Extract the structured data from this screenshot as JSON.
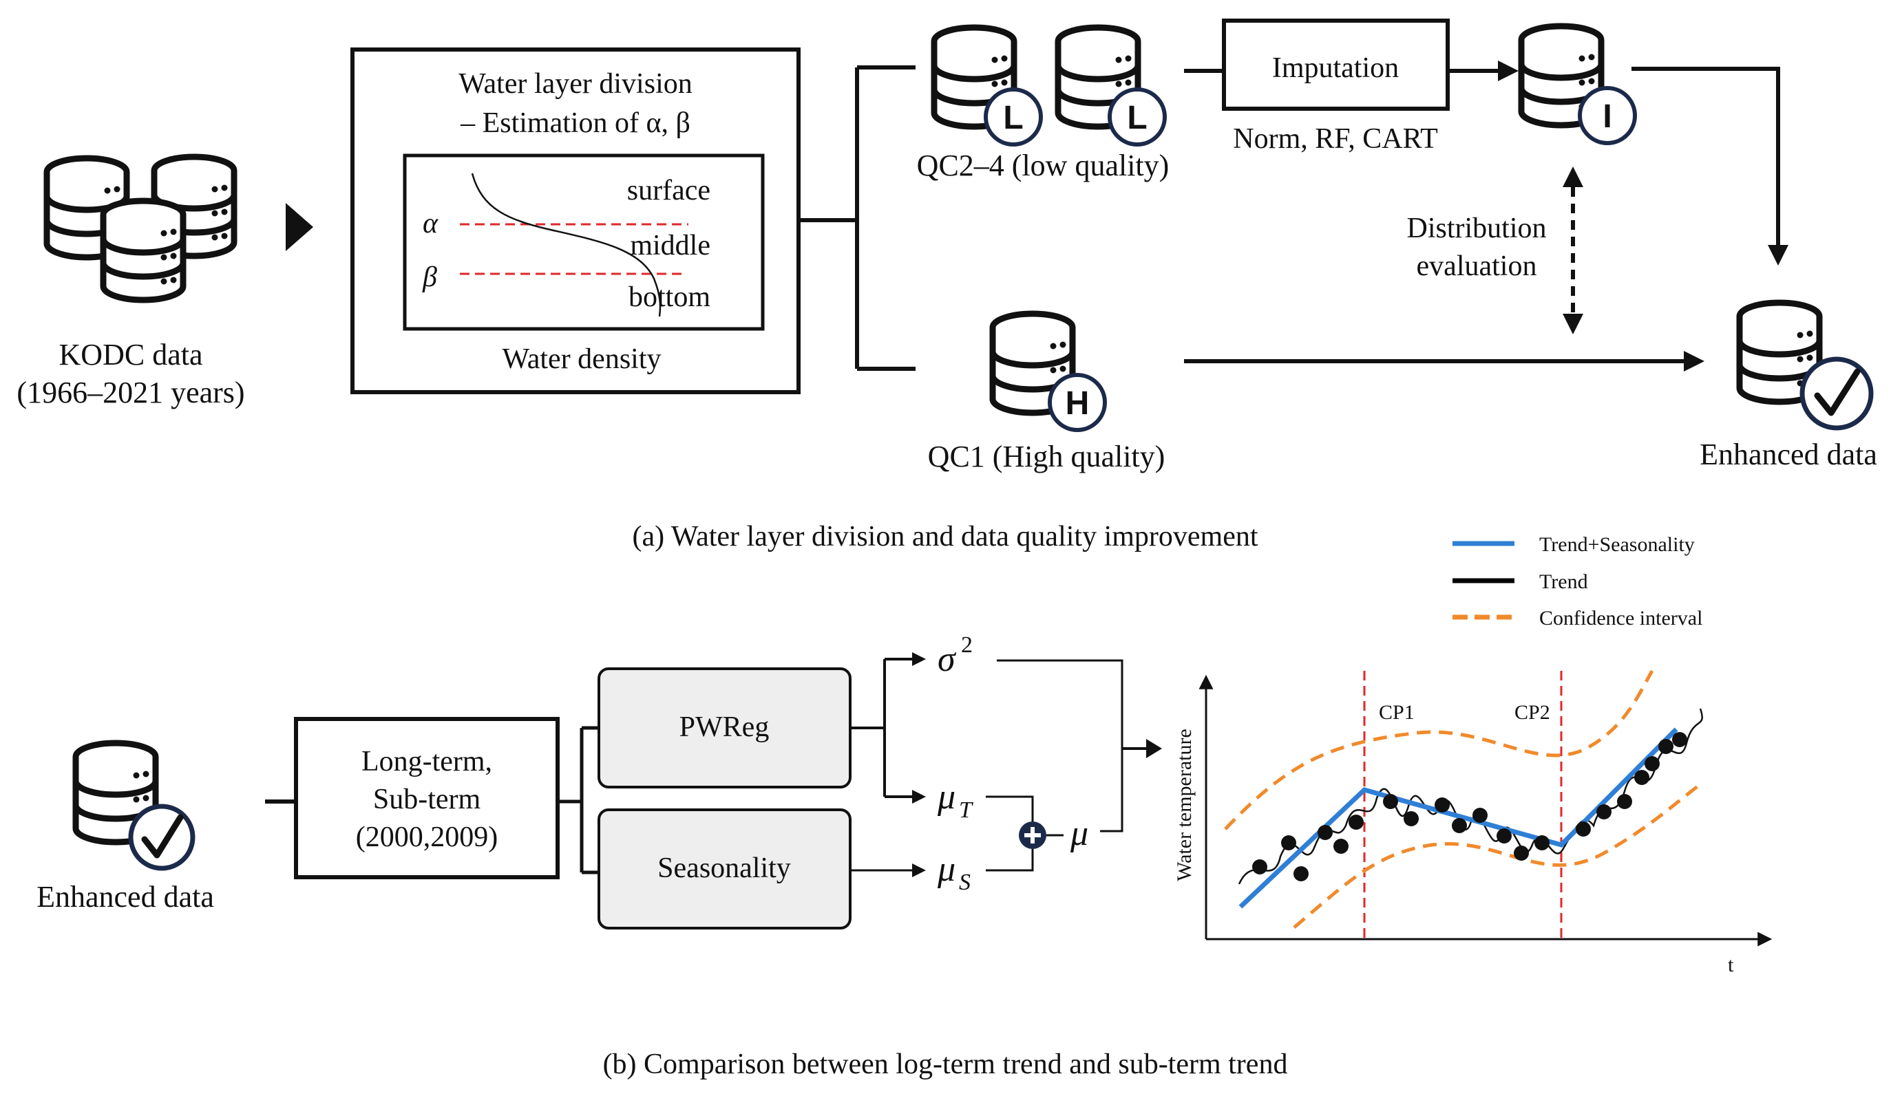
{
  "panel_a": {
    "source": {
      "label_line1": "KODC data",
      "label_line2": "(1966–2021 years)"
    },
    "layer_box": {
      "title_line1": "Water layer division",
      "title_line2": "– Estimation of α, β",
      "surface": "surface",
      "middle": "middle",
      "bottom": "bottom",
      "alpha": "α",
      "beta": "β",
      "caption": "Water density"
    },
    "low_quality": {
      "badge": "L",
      "label": "QC2–4 (low quality)"
    },
    "high_quality": {
      "badge": "H",
      "label": "QC1 (High quality)"
    },
    "imputation": {
      "title": "Imputation",
      "methods": "Norm, RF, CART"
    },
    "imputed": {
      "badge": "I"
    },
    "evaluation": {
      "line1": "Distribution",
      "line2": "evaluation"
    },
    "enhanced": {
      "label": "Enhanced data"
    },
    "caption": "(a) Water layer division and data quality improvement"
  },
  "legend": {
    "items": [
      {
        "label": "Trend+Seasonality",
        "color": "#2f7fd6",
        "style": "solid"
      },
      {
        "label": "Trend",
        "color": "#000000",
        "style": "solid"
      },
      {
        "label": "Confidence interval",
        "color": "#f08a2c",
        "style": "dashed"
      }
    ]
  },
  "panel_b": {
    "input": {
      "label": "Enhanced data"
    },
    "term_box": {
      "line1": "Long-term,",
      "line2": "Sub-term",
      "line3": "(2000,2009)"
    },
    "pwreg": "PWReg",
    "seasonality": "Seasonality",
    "sigma": "σ",
    "sigma_exp": "2",
    "mu_t": "μ",
    "mu_t_sub": "T",
    "mu_s": "μ",
    "mu_s_sub": "S",
    "mu": "μ",
    "plot": {
      "ylabel": "Water temperature",
      "xlabel": "t",
      "cp1": "CP1",
      "cp2": "CP2"
    },
    "caption": "(b) Comparison between log-term trend and sub-term trend"
  },
  "colors": {
    "red_dash": "#e0282a",
    "blue": "#2f7fd6",
    "orange": "#f08a2c",
    "navy": "#1c2a4a",
    "box_fill": "#eeeeee"
  }
}
